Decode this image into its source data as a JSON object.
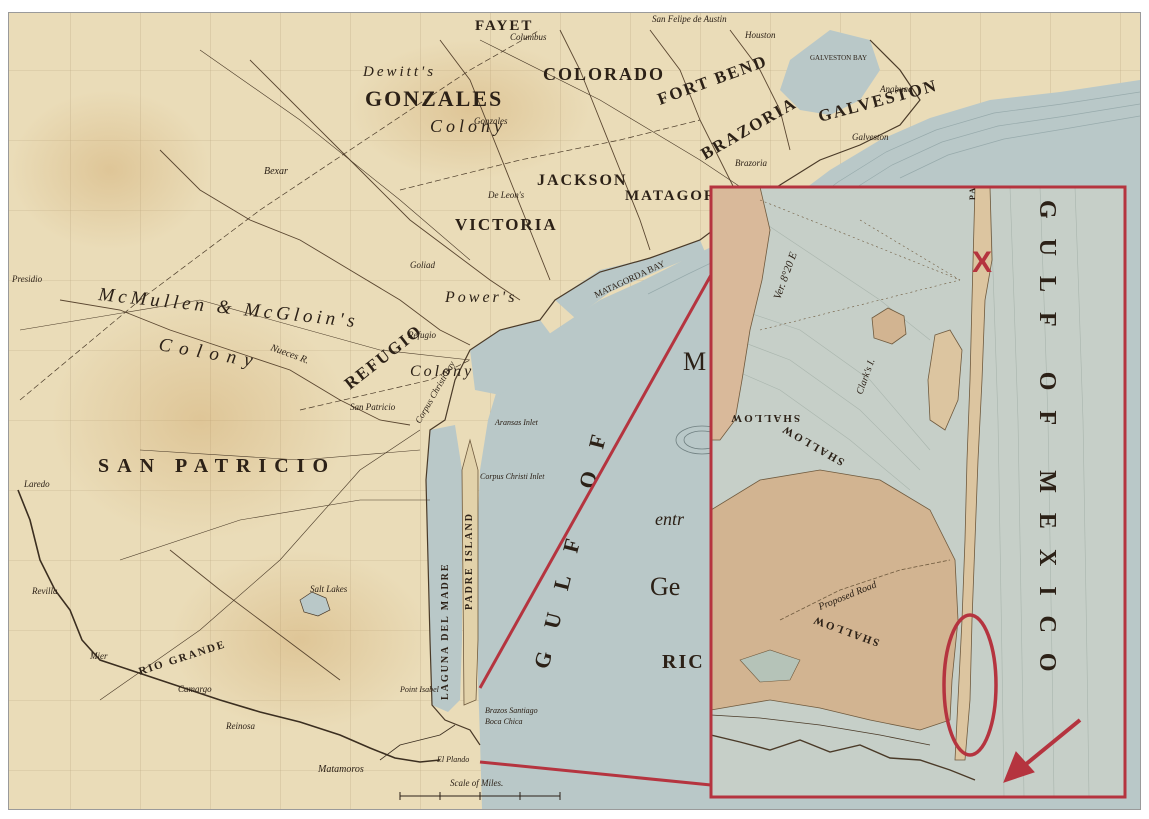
{
  "colors": {
    "land": "#eadcb8",
    "sea": "#b9c8c8",
    "callout": "#b5343f",
    "ink": "#2c2117"
  },
  "map": {
    "counties": {
      "gonzales": "GONZALES",
      "colorado": "COLORADO",
      "fort_bend": "FORT BEND",
      "brazoria": "BRAZORIA",
      "galveston": "GALVESTON",
      "jackson": "JACKSON",
      "matagorda": "MATAGORDA",
      "victoria": "VICTORIA",
      "refugio": "REFUGIO",
      "san_patricio": "SAN PATRICIO",
      "fayette": "FAYET"
    },
    "colonies": {
      "dewitts": "Dewitt's",
      "dewitts_colony": "Colony",
      "mcmullen": "McMullen & McGloin's",
      "mcmullen_colony": "Colony",
      "powers": "Power's",
      "powers_colony": "Colony"
    },
    "towns": {
      "laredo": "Laredo",
      "presidio": "Presidio",
      "bexar": "Bexar",
      "goliad": "Goliad",
      "refugio": "Refugio",
      "san_patricio": "San Patricio",
      "gonzales": "Gonzales",
      "de_leons": "De Leon's",
      "matamoros": "Matamoros",
      "reinosa": "Reinosa",
      "camargo": "Camargo",
      "mier": "Mier",
      "revilla": "Revilla",
      "galveston": "Galveston",
      "houston": "Houston",
      "san_felipe": "San Felipe de Austin",
      "columbus": "Columbus",
      "brazoria": "Brazoria",
      "anahuac": "Anahuac"
    },
    "water": {
      "rio_grande": "RIO GRANDE",
      "laguna": "LAGUNA DEL MADRE",
      "padre": "PADRE ISLAND",
      "gulf_main": "GULF OF",
      "galveston_bay": "GALVESTON BAY",
      "matagorda_bay": "MATAGORDA BAY",
      "corpus": "Corpus Christi Bay",
      "corpus_inlet": "Corpus Christi Inlet",
      "aransas": "Aransas Inlet",
      "nueces": "Nueces R.",
      "salt_lakes": "Salt Lakes",
      "brazos": "Brazos Santiago",
      "boca": "Boca Chica",
      "point_isabel": "Point Isabel",
      "el_plando": "El Plando",
      "scale": "Scale of Miles.",
      "map_m": "M",
      "map_ge": "Ge",
      "map_ric": "RIC",
      "map_entr": "entr"
    },
    "inset": {
      "gulf_label": "GULF OF MEXICO",
      "shallow_1": "SHALLOW",
      "shallow_2": "SHALLOW",
      "shallow_3": "SHALLOW",
      "padre": "PADR",
      "clarks": "Clark's I.",
      "ver": "Ver. 8°20 E",
      "road": "Proposed Road",
      "marker": "X"
    }
  }
}
